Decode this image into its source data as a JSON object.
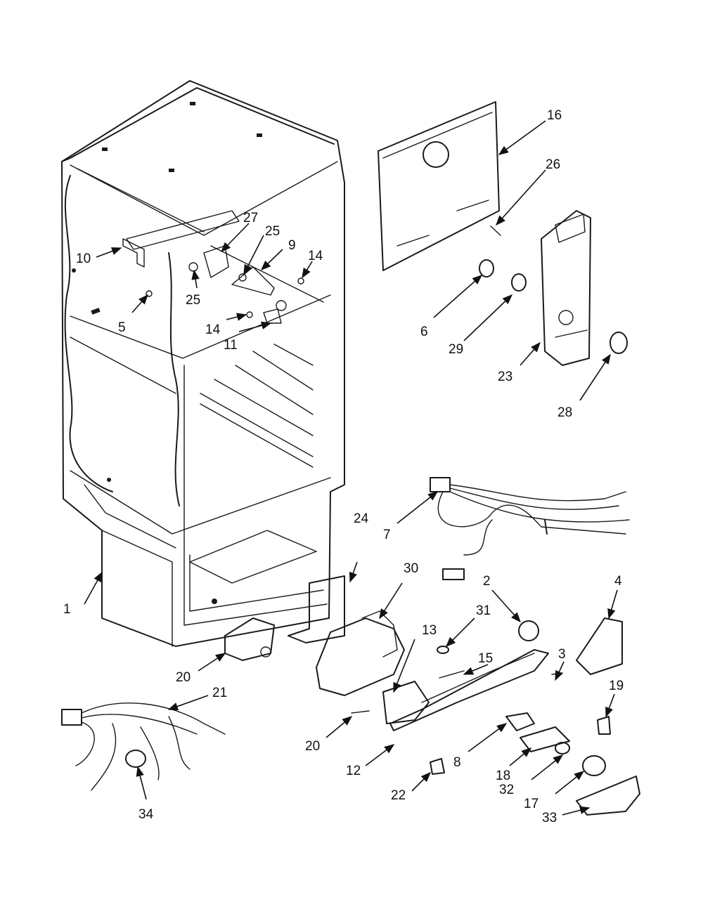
{
  "callouts": {
    "c1": "1",
    "c2": "2",
    "c3": "3",
    "c4": "4",
    "c5": "5",
    "c6": "6",
    "c7": "7",
    "c8": "8",
    "c9": "9",
    "c10": "10",
    "c11": "11",
    "c12": "12",
    "c13": "13",
    "c14a": "14",
    "c14b": "14",
    "c15": "15",
    "c16": "16",
    "c17": "17",
    "c18": "18",
    "c19": "19",
    "c20a": "20",
    "c20b": "20",
    "c21": "21",
    "c22": "22",
    "c23": "23",
    "c24": "24",
    "c25a": "25",
    "c25b": "25",
    "c26": "26",
    "c27": "27",
    "c28": "28",
    "c29": "29",
    "c30": "30",
    "c31": "31",
    "c32": "32",
    "c33": "33",
    "c34": "34"
  },
  "colors": {
    "ink": "#1a1a1a",
    "paper": "#ffffff"
  }
}
